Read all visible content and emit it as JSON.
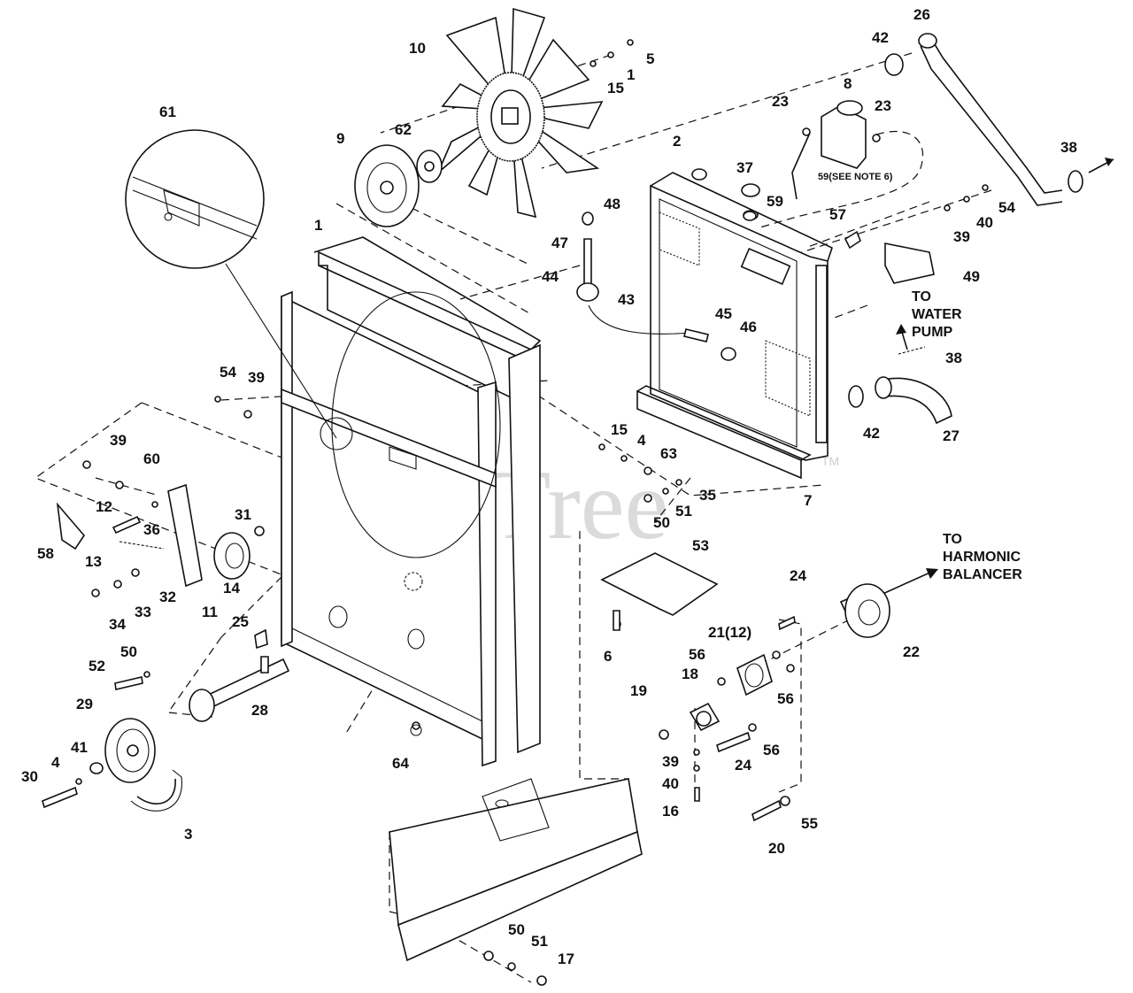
{
  "watermark": {
    "text": "PartsTree",
    "trademark": "TM"
  },
  "notes": {
    "water_pump": [
      "TO",
      "WATER",
      "PUMP"
    ],
    "harmonic_balancer": [
      "TO",
      "HARMONIC",
      "BALANCER"
    ],
    "overflow_hose": "59(SEE NOTE 6)"
  },
  "labels": {
    "l1": "1",
    "l1b": "1",
    "l2": "2",
    "l3": "3",
    "l4a": "4",
    "l4b": "4",
    "l5": "5",
    "l6": "6",
    "l7": "7",
    "l8": "8",
    "l9": "9",
    "l10": "10",
    "l11": "11",
    "l12": "12",
    "l13": "13",
    "l14": "14",
    "l15a": "15",
    "l15b": "15",
    "l16": "16",
    "l17": "17",
    "l18": "18",
    "l19": "19",
    "l20": "20",
    "l21": "21(12)",
    "l22": "22",
    "l23a": "23",
    "l23b": "23",
    "l24a": "24",
    "l24b": "24",
    "l25": "25",
    "l26": "26",
    "l27": "27",
    "l28": "28",
    "l29": "29",
    "l30": "30",
    "l31": "31",
    "l32": "32",
    "l33": "33",
    "l34": "34",
    "l35": "35",
    "l36": "36",
    "l37": "37",
    "l38a": "38",
    "l38b": "38",
    "l39a": "39",
    "l39b": "39",
    "l39c": "39",
    "l39d": "39",
    "l40a": "40",
    "l40b": "40",
    "l41": "41",
    "l42a": "42",
    "l42b": "42",
    "l43": "43",
    "l44": "44",
    "l45": "45",
    "l46": "46",
    "l47": "47",
    "l48": "48",
    "l49": "49",
    "l50a": "50",
    "l50b": "50",
    "l50c": "50",
    "l51a": "51",
    "l51b": "51",
    "l52": "52",
    "l53": "53",
    "l54a": "54",
    "l54b": "54",
    "l55": "55",
    "l56a": "56",
    "l56b": "56",
    "l56c": "56",
    "l57": "57",
    "l58": "58",
    "l59": "59",
    "l60": "60",
    "l61": "61",
    "l62": "62",
    "l63": "63",
    "l64": "64"
  }
}
